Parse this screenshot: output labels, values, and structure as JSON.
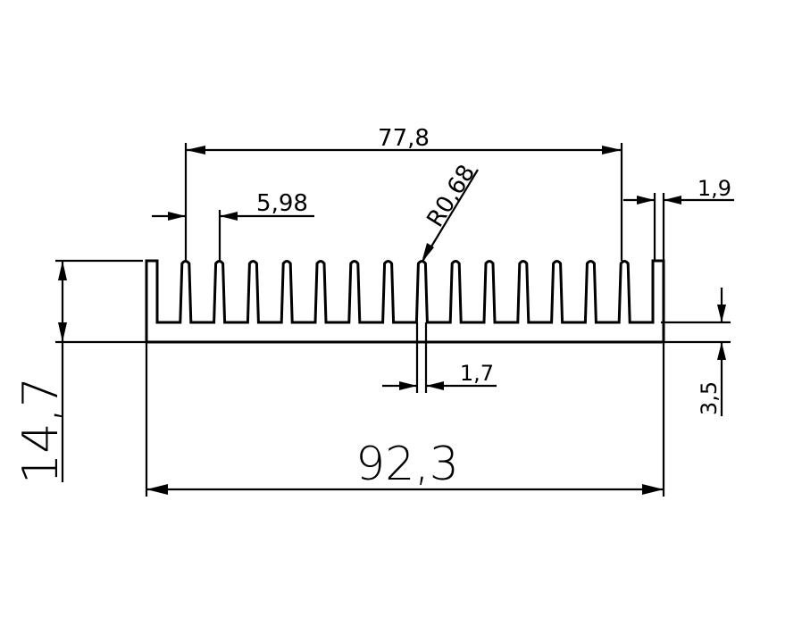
{
  "diagram": {
    "dimensions": {
      "fin_span": "77,8",
      "fin_pitch": "5,98",
      "fin_radius": "R0,68",
      "end_fin_width": "1,9",
      "fin_width": "1,7",
      "base_thickness": "3,5",
      "total_height": "14,7",
      "total_width": "92,3"
    },
    "fin_count": 16
  }
}
